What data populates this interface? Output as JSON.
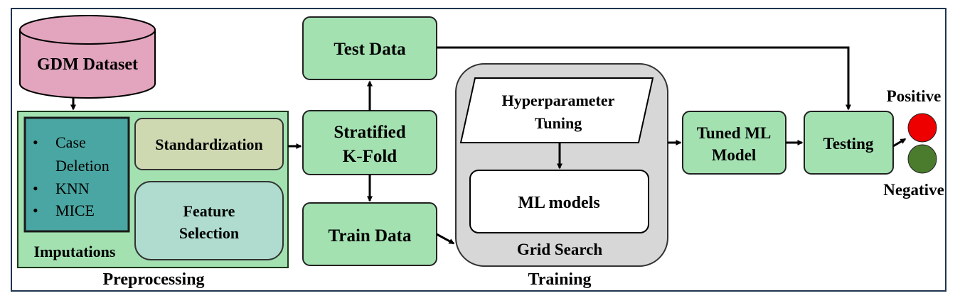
{
  "colors": {
    "green": "#a3e1b1",
    "green_dark_border": "#2b2b2b",
    "teal": "#4aa6a2",
    "pink": "#e2a5bd",
    "olive": "#cfd9b1",
    "aqua": "#afdcce",
    "gray": "#d7d7d7",
    "positive": "#ee0000",
    "negative": "#4b7c2e",
    "frame": "#1f3550"
  },
  "dataset": {
    "label": "GDM Dataset"
  },
  "imputations": {
    "items": [
      "Case",
      "Deletion",
      "KNN",
      "MICE"
    ],
    "label": "Imputations"
  },
  "standardization": {
    "label": "Standardization"
  },
  "feature_selection": {
    "line1": "Feature",
    "line2": "Selection"
  },
  "preprocessing": {
    "label": "Preprocessing"
  },
  "test_data": {
    "label": "Test Data"
  },
  "stratified": {
    "line1": "Stratified",
    "line2": "K-Fold"
  },
  "train_data": {
    "label": "Train Data"
  },
  "hyperparameter": {
    "line1": "Hyperparameter",
    "line2": "Tuning"
  },
  "ml_models": {
    "label": "ML models"
  },
  "grid_search": {
    "label": "Grid Search"
  },
  "training": {
    "label": "Training"
  },
  "tuned_model": {
    "line1": "Tuned ML",
    "line2": "Model"
  },
  "testing": {
    "label": "Testing"
  },
  "outcome": {
    "positive": "Positive",
    "negative": "Negative"
  }
}
